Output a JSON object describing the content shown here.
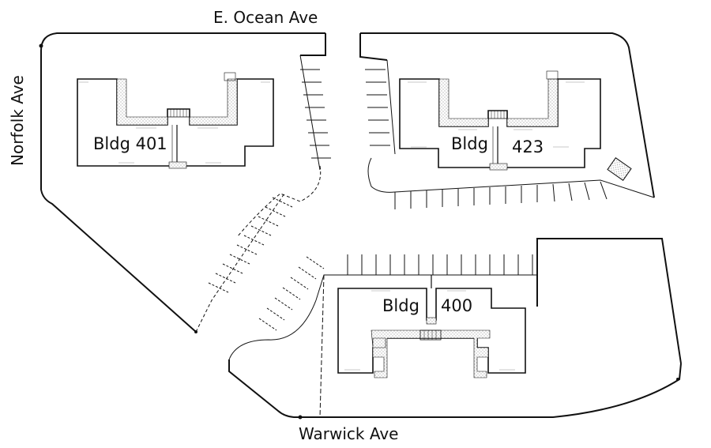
{
  "streets": {
    "north": "E. Ocean Ave",
    "west": "Norfolk Ave",
    "south": "Warwick Ave"
  },
  "buildings": {
    "b401": {
      "label": "Bldg 401"
    },
    "b423": {
      "label_part1": "Bldg",
      "label_part2": "423"
    },
    "b400": {
      "label_part1": "Bldg",
      "label_part2": "400"
    }
  },
  "colors": {
    "line": "#111111",
    "hatch": "#bbbbbb"
  }
}
